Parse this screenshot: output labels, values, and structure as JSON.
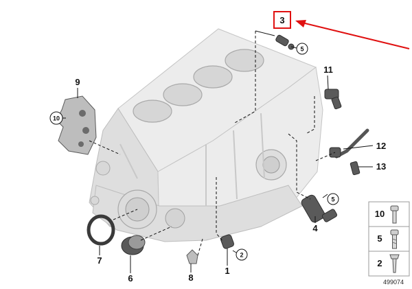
{
  "diagram": {
    "callouts": [
      {
        "label": "3"
      },
      {
        "label": "5"
      },
      {
        "label": "11"
      },
      {
        "label": "9"
      },
      {
        "label": "10"
      },
      {
        "label": "12"
      },
      {
        "label": "13"
      },
      {
        "label": "5"
      },
      {
        "label": "4"
      },
      {
        "label": "7"
      },
      {
        "label": "6"
      },
      {
        "label": "8"
      },
      {
        "label": "2"
      },
      {
        "label": "1"
      }
    ],
    "fastener_legend": [
      {
        "label": "10"
      },
      {
        "label": "5"
      },
      {
        "label": "2"
      }
    ],
    "reference_number": "499074",
    "highlight_color": "#e01010"
  }
}
